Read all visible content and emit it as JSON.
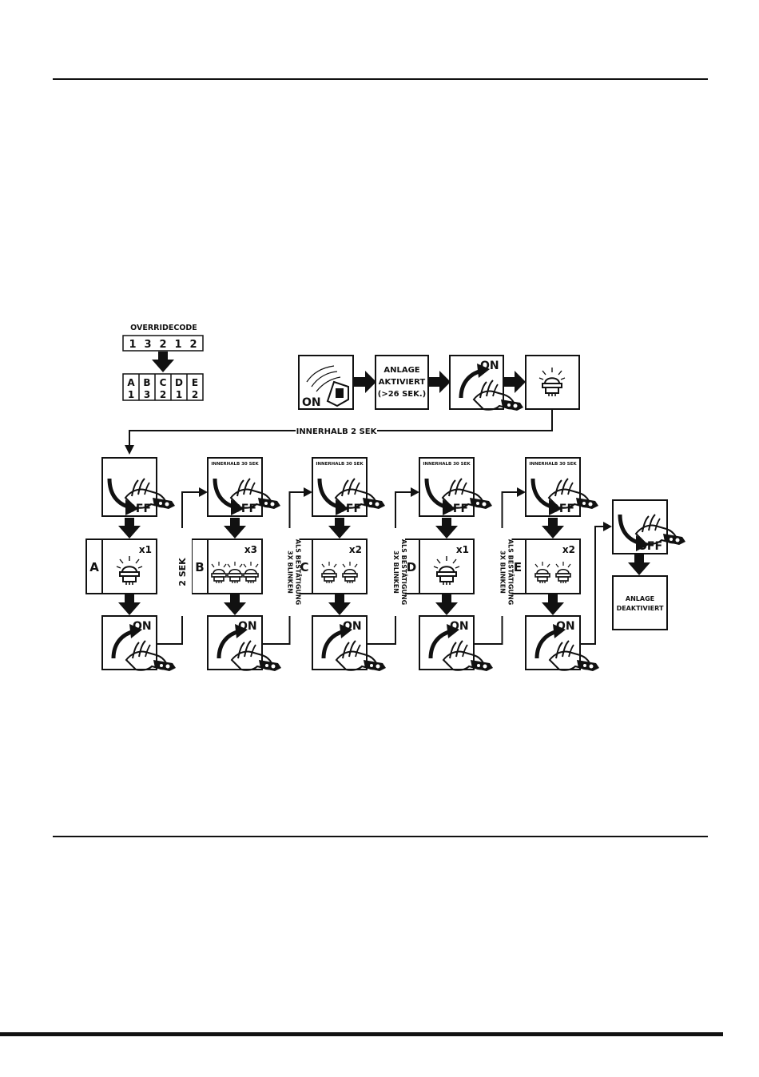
{
  "override": {
    "title": "OVERRIDECODE",
    "code_digits": [
      "1",
      "3",
      "2",
      "1",
      "2"
    ],
    "letters": [
      "A",
      "B",
      "C",
      "D",
      "E"
    ]
  },
  "activation": {
    "remote_on_label": "ON",
    "activated_line1": "ANLAGE",
    "activated_line2": "AKTIVIERT",
    "activated_line3": "(>26 SEK.)",
    "key_on_label": "ON"
  },
  "within_2_sec": "INNERHALB 2 SEK",
  "stages": [
    {
      "letter": "A",
      "count": "x1",
      "lamps": 1,
      "top_note": "",
      "off_label": "OFF",
      "on_label": "ON"
    },
    {
      "letter": "B",
      "count": "x3",
      "lamps": 3,
      "top_note": "INNERHALB 30 SEK",
      "off_label": "OFF",
      "on_label": "ON"
    },
    {
      "letter": "C",
      "count": "x2",
      "lamps": 2,
      "top_note": "INNERHALB 30 SEK",
      "off_label": "OFF",
      "on_label": "ON"
    },
    {
      "letter": "D",
      "count": "x1",
      "lamps": 1,
      "top_note": "INNERHALB 30 SEK",
      "off_label": "OFF",
      "on_label": "ON"
    },
    {
      "letter": "E",
      "count": "x2",
      "lamps": 2,
      "top_note": "INNERHALB 30 SEK",
      "off_label": "OFF",
      "on_label": "ON"
    }
  ],
  "connectors": [
    {
      "line1": "2 SEK",
      "line2": ""
    },
    {
      "line1": "3X BLINKEN",
      "line2": "ALS BESTÄTIGUNG"
    },
    {
      "line1": "3X BLINKEN",
      "line2": "ALS BESTÄTIGUNG"
    },
    {
      "line1": "3X BLINKEN",
      "line2": "ALS BESTÄTIGUNG"
    }
  ],
  "final": {
    "off_label": "OFF",
    "deactivated_line1": "ANLAGE",
    "deactivated_line2": "DEAKTIVIERT"
  }
}
